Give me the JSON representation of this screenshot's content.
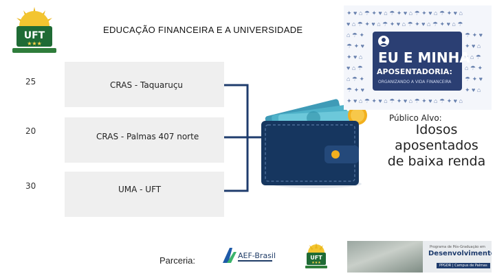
{
  "header": {
    "title": "EDUCAÇÃO FINANCEIRA E A UNIVERSIDADE"
  },
  "logo": {
    "text": "UFT"
  },
  "rows": [
    {
      "number": "25",
      "label": "CRAS - Taquaruçu"
    },
    {
      "number": "20",
      "label": "CRAS - Palmas 407 norte"
    },
    {
      "number": "30",
      "label": "UMA - UFT"
    }
  ],
  "poster": {
    "line1": "EU E MINHA",
    "line2": "APOSENTADORIA:",
    "line3": "ORGANIZANDO A VIDA FINANCEIRA"
  },
  "audience": {
    "label": "Público Alvo:",
    "text": "Idosos aposentados de baixa renda"
  },
  "footer": {
    "partner_label": "Parceria:",
    "aef_text": "AEF-Brasil",
    "banner_small": "Programa de Pós-Graduação em",
    "banner_title": "Desenvolvimento Regional",
    "banner_foot": "PPGDR | Campus de Palmas"
  },
  "colors": {
    "navy": "#1f3c6d",
    "box": "#efefef",
    "gold": "#e9b51c",
    "green": "#2f7d3b"
  }
}
